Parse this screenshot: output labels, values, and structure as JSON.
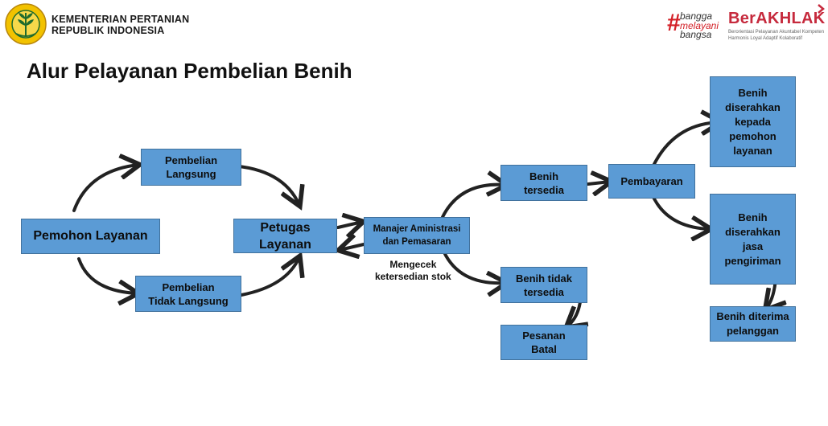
{
  "header": {
    "ministry_line1": "KEMENTERIAN PERTANIAN",
    "ministry_line2": "REPUBLIK INDONESIA",
    "bangga_hash": "#",
    "bangga_line1": "bangga",
    "bangga_line2": "melayani",
    "bangga_line3": "bangsa",
    "berakhlak": "BerAKHLAK",
    "berakhlak_tagline": "Berorientasi Pelayanan Akuntabel Kompeten Harmonis Loyal Adaptif Kolaboratif"
  },
  "title": "Alur Pelayanan Pembelian Benih",
  "nodes": {
    "pemohon": "Pemohon Layanan",
    "langsung": "Pembelian\nLangsung",
    "tidak_langsung": "Pembelian\nTidak Langsung",
    "petugas": "Petugas\nLayanan",
    "manajer": "Manajer Aministrasi\ndan Pemasaran",
    "tersedia": "Benih\ntersedia",
    "tidak_tersedia": "Benih tidak\ntersedia",
    "batal": "Pesanan\nBatal",
    "pembayaran": "Pembayaran",
    "diserahkan_pemohon": "Benih\ndiserahkan\nkepada\npemohon\nlayanan",
    "diserahkan_jasa": "Benih\ndiserahkan\njasa\npengiriman",
    "diterima": "Benih diterima\npelanggan"
  },
  "note": "Mengecek\nketersedian stok",
  "colors": {
    "box_fill": "#5b9bd5",
    "box_border": "#41719c",
    "arrow": "#222222",
    "brand_red": "#c62a3d"
  }
}
